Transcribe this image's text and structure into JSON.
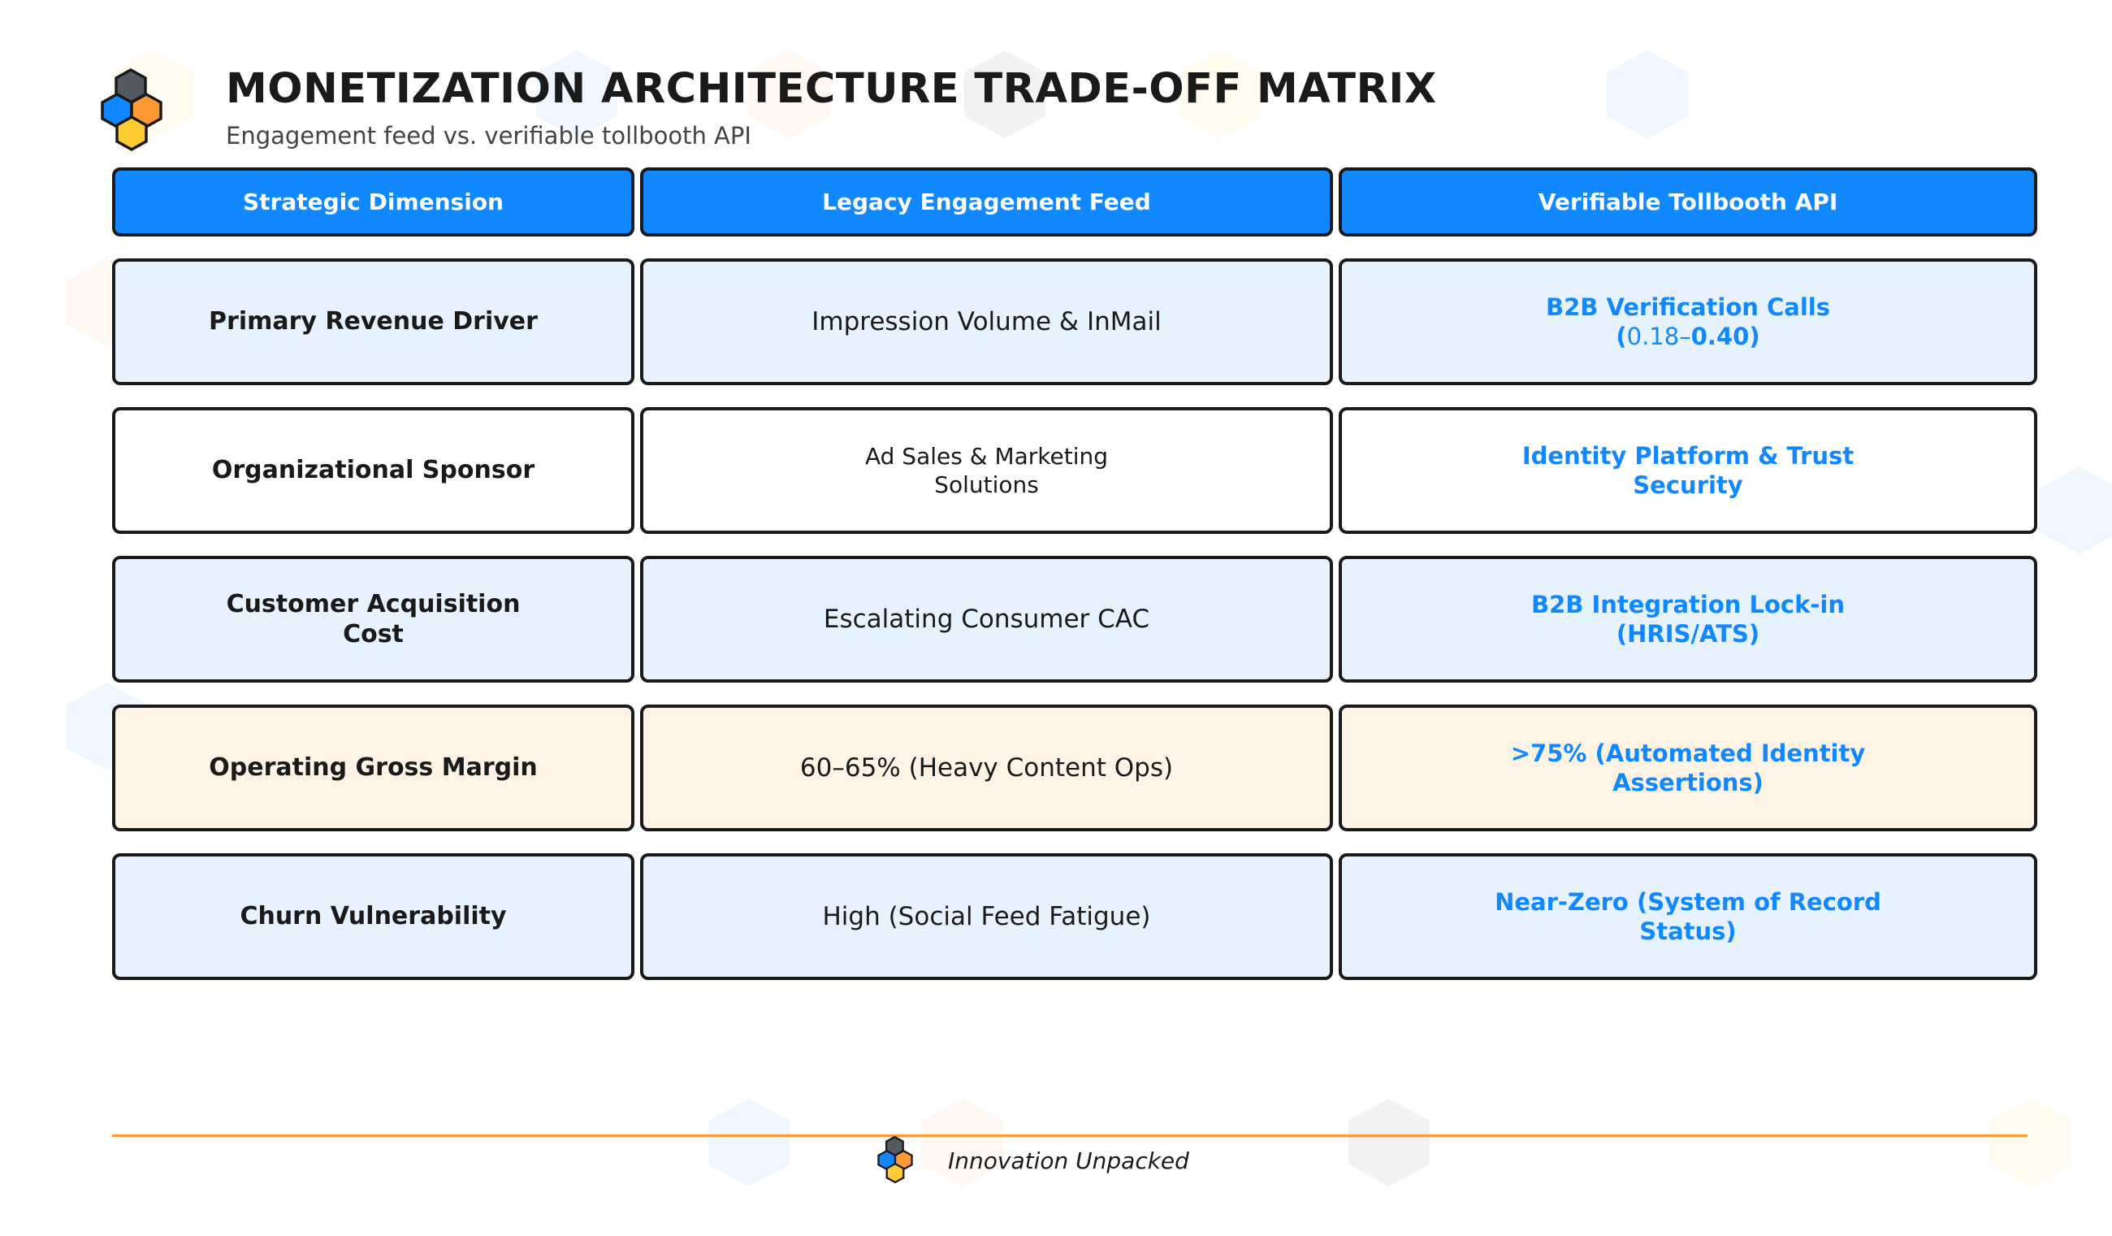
{
  "header": {
    "title": "MONETIZATION ARCHITECTURE TRADE-OFF MATRIX",
    "subtitle": "Engagement feed vs. verifiable tollbooth API"
  },
  "table": {
    "columns": [
      "Strategic Dimension",
      "Legacy Engagement Feed",
      "Verifiable Tollbooth API"
    ],
    "rows": [
      {
        "dimension": "Primary Revenue Driver",
        "legacy": "Impression Volume & InMail",
        "tollbooth": {
          "line1": "B2B Verification Calls",
          "open": "(",
          "price_low": "0.18–",
          "price_high": "0.40",
          "close": ")"
        }
      },
      {
        "dimension": "Organizational Sponsor",
        "legacy": "Ad Sales & Marketing Solutions",
        "tollbooth": "Identity Platform & Trust Security"
      },
      {
        "dimension": "Customer Acquisition Cost",
        "legacy": "Escalating Consumer CAC",
        "tollbooth": "B2B Integration Lock-in (HRIS/ATS)"
      },
      {
        "dimension": "Operating Gross Margin",
        "legacy": "60–65% (Heavy Content Ops)",
        "tollbooth": ">75% (Automated Identity Assertions)"
      },
      {
        "dimension": "Churn Vulnerability",
        "legacy": "High (Social Feed Fatigue)",
        "tollbooth": "Near-Zero (System of Record Status)"
      }
    ]
  },
  "footer": {
    "brand": "Innovation Unpacked"
  },
  "icons": {
    "logo": "hexagon-cluster-logo",
    "footer_logo": "hexagon-cluster-logo"
  },
  "colors": {
    "accent_blue": "#1188ff",
    "accent_orange": "#ff9933",
    "accent_yellow": "#ffcc33",
    "logo_gray": "#555a60",
    "row_blue": "#e6f2fd",
    "row_cream": "#fef3e4",
    "text_dark": "#1a1a1a"
  }
}
